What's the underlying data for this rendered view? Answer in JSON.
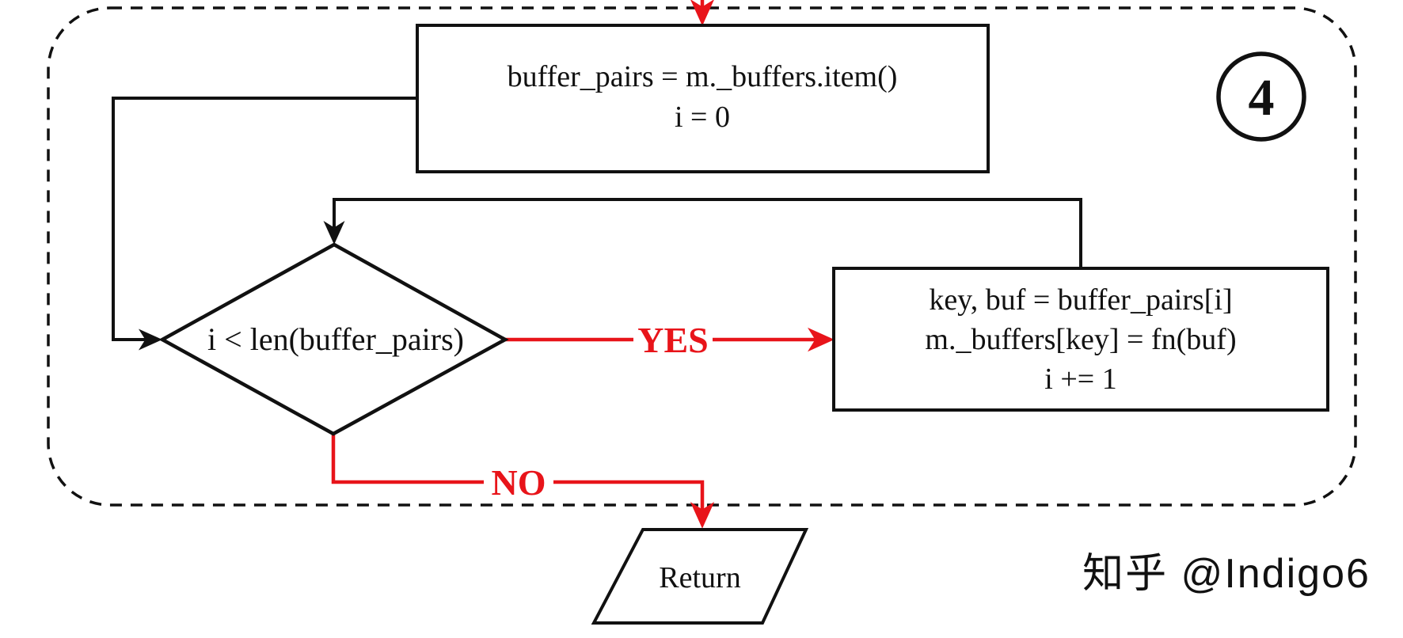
{
  "flowchart": {
    "badge": {
      "number": "4"
    },
    "init_box": {
      "line1": "buffer_pairs = m._buffers.item()",
      "line2": "i = 0"
    },
    "condition": {
      "text": "i < len(buffer_pairs)"
    },
    "body_box": {
      "line1": "key, buf = buffer_pairs[i]",
      "line2": "m._buffers[key] = fn(buf)",
      "line3": "i += 1"
    },
    "terminal": {
      "text": "Return"
    },
    "labels": {
      "yes": "YES",
      "no": "NO"
    },
    "colors": {
      "stroke_black": "#111111",
      "accent_red": "#e8141a",
      "watermark_gray": "#c8c8c8"
    },
    "watermark": {
      "text": "知乎 @Indigo6"
    }
  }
}
